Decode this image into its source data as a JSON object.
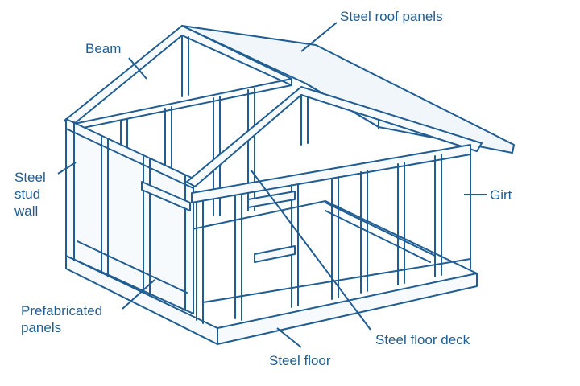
{
  "colors": {
    "line": "#1f5d92",
    "background": "#ffffff"
  },
  "labels": {
    "beam": "Beam",
    "steel_roof_panels": "Steel roof panels",
    "steel_stud_wall": [
      "Steel",
      "stud",
      "wall"
    ],
    "girt": "Girt",
    "prefabricated_panels": [
      "Prefabricated",
      "panels"
    ],
    "steel_floor_deck": "Steel floor deck",
    "steel_floor": "Steel floor"
  }
}
